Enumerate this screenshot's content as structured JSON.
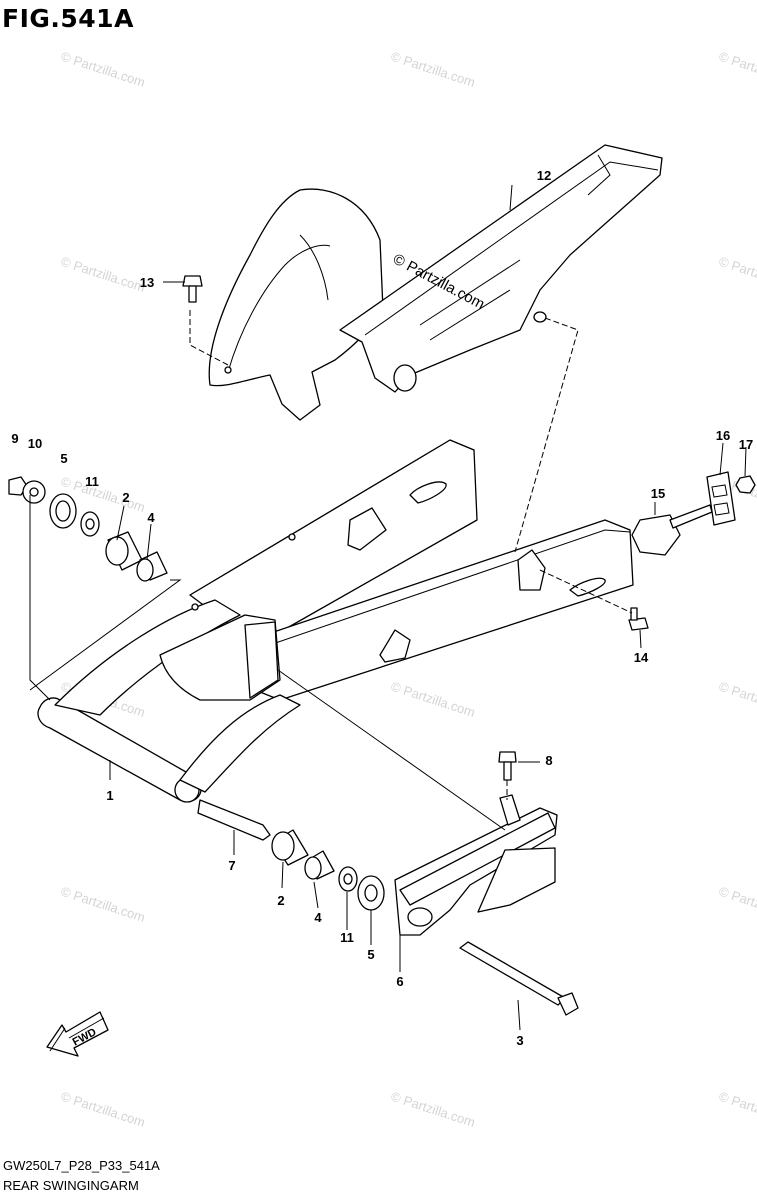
{
  "figure": {
    "title": "FIG.541A",
    "code": "GW250L7_P28_P33_541A",
    "name": "REAR SWINGINGARM"
  },
  "watermark": {
    "text": "© Partzilla.com",
    "center_text": "© Partzilla.com"
  },
  "fwd_label": "FWD",
  "callouts": [
    "1",
    "2",
    "2",
    "3",
    "4",
    "4",
    "5",
    "5",
    "6",
    "7",
    "8",
    "9",
    "10",
    "11",
    "11",
    "12",
    "13",
    "14",
    "15",
    "16",
    "17"
  ],
  "colors": {
    "line": "#000000",
    "background": "#ffffff",
    "watermark": "#d4d4d4"
  }
}
